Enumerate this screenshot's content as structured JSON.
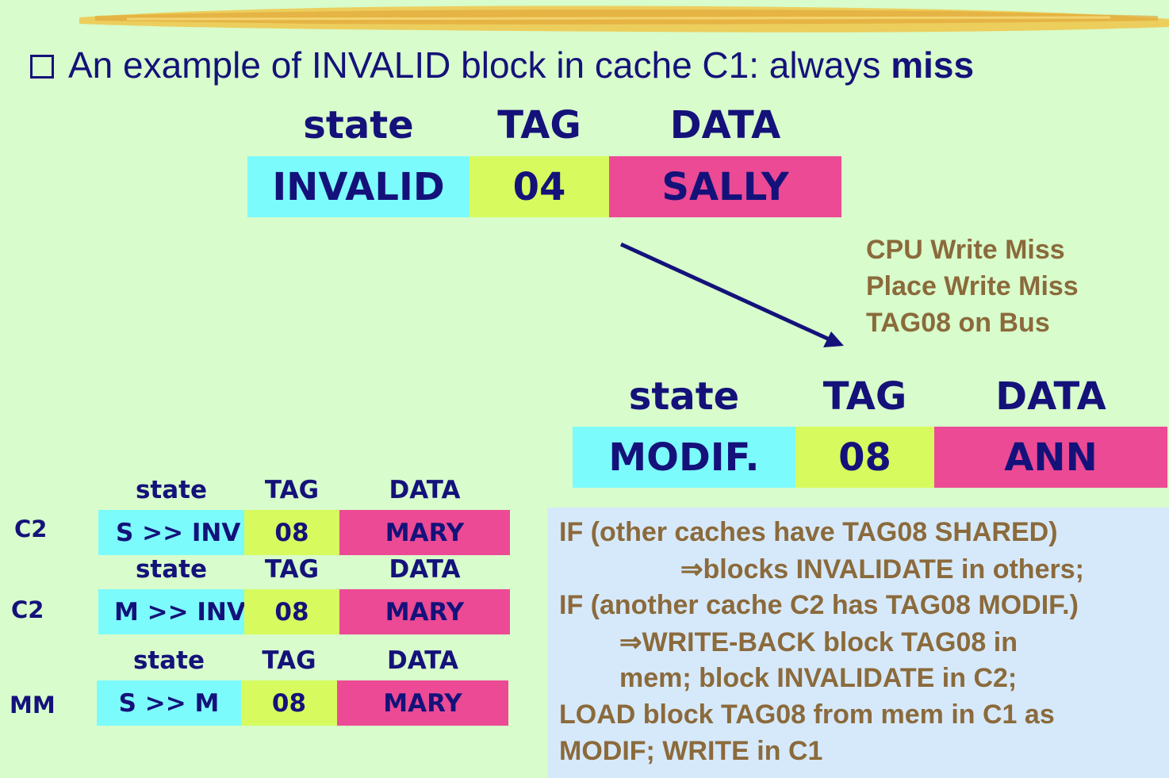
{
  "title": {
    "prefix": "An example of INVALID block in cache C1: always ",
    "bold": "miss"
  },
  "headers": {
    "state": "state",
    "tag": "TAG",
    "data": "DATA"
  },
  "top_block": {
    "state": "INVALID",
    "tag": "04",
    "data": "SALLY"
  },
  "arrow_note": [
    "CPU Write Miss",
    "Place Write Miss",
    "TAG08 on Bus"
  ],
  "result_block": {
    "state": "MODIF.",
    "tag": "08",
    "data": "ANN"
  },
  "small_blocks": [
    {
      "label": "C2",
      "state": "S >> INV",
      "tag": "08",
      "data": "MARY"
    },
    {
      "label": "C2",
      "state": "M >> INV",
      "tag": "08",
      "data": "MARY"
    },
    {
      "label": "MM",
      "state": "S >> M",
      "tag": "08",
      "data": "MARY"
    }
  ],
  "conditions": [
    "IF (other caches have TAG08 SHARED)",
    "⇒blocks INVALIDATE in others;",
    "IF (another cache C2 has TAG08 MODIF.)",
    "⇒WRITE-BACK block TAG08 in",
    "mem; block INVALIDATE in C2;",
    "LOAD block TAG08 from mem in C1 as",
    "MODIF; WRITE in C1"
  ],
  "colors": {
    "background": "#d8fccb",
    "navy": "#14127a",
    "cyan": "#7cfbfd",
    "lime": "#d7fb5e",
    "pink": "#ec4a95",
    "brown": "#8b6a3b",
    "cond_bg": "#d6e9fb"
  }
}
